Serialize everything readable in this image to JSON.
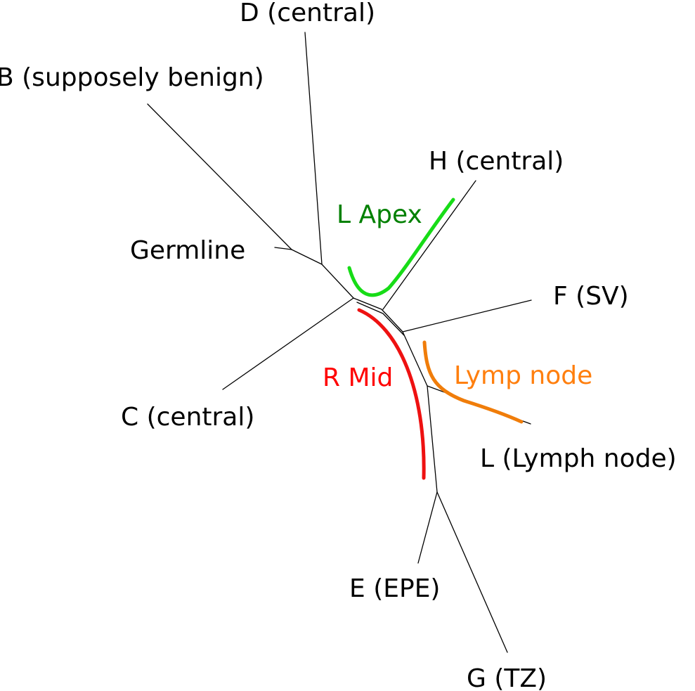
{
  "tree": {
    "leaves": {
      "d_central": "D (central)",
      "b_supposely_benign": "B (supposely benign)",
      "h_central": "H (central)",
      "germline": "Germline",
      "f_sv": "F (SV)",
      "c_central": "C (central)",
      "l_lymph_node": "L (Lymph node)",
      "e_epe": "E (EPE)",
      "g_tz": "G (TZ)"
    },
    "regions": {
      "l_apex": {
        "label": "L Apex",
        "color": "#17dc17",
        "label_color": "#008000"
      },
      "r_mid": {
        "label": "R Mid",
        "color": "#ee1111",
        "label_color": "#ff0000"
      },
      "lymp_node": {
        "label": "Lymp node",
        "color": "#f07d0a",
        "label_color": "#ff7f0e"
      }
    }
  }
}
